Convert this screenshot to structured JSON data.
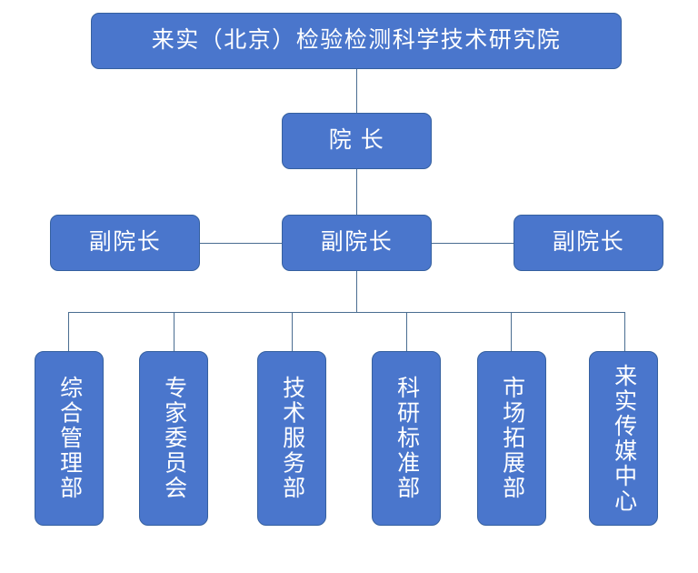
{
  "org_chart": {
    "type": "org-hierarchy",
    "title_node": {
      "label": "来实（北京）检验检测科学技术研究院",
      "level": 0
    },
    "director": {
      "label": "院 长",
      "level": 1
    },
    "vice_directors": [
      {
        "label": "副院长",
        "position": "left"
      },
      {
        "label": "副院长",
        "position": "center"
      },
      {
        "label": "副院长",
        "position": "right"
      }
    ],
    "departments": [
      {
        "label": "综合管理部"
      },
      {
        "label": "专家委员会"
      },
      {
        "label": "技术服务部"
      },
      {
        "label": "科研标准部"
      },
      {
        "label": "市场拓展部"
      },
      {
        "label": "来实传媒中心"
      }
    ],
    "colors": {
      "node_fill": "#4a76cc",
      "node_border": "#35609f",
      "node_text": "#ffffff",
      "connector": "#4a6d91",
      "background": "#ffffff"
    }
  }
}
